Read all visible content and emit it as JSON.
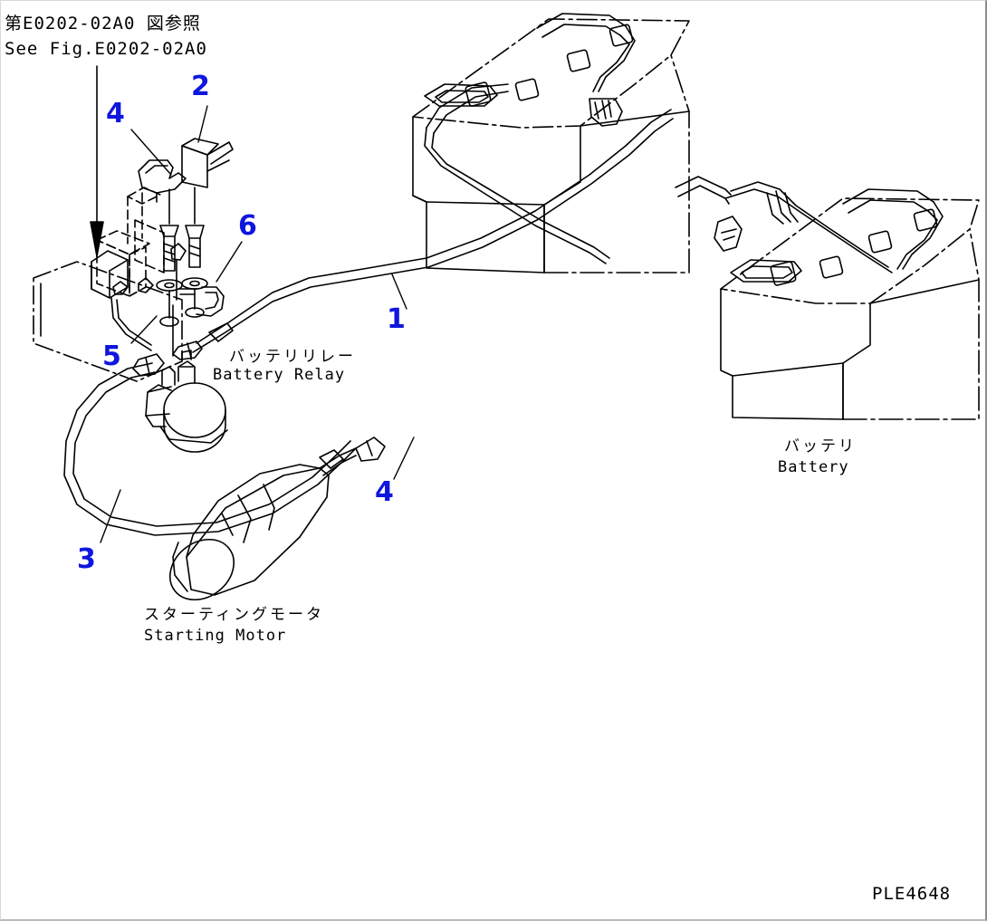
{
  "document": {
    "drawing_number": "PLE4648",
    "reference_note_jp": "第E0202-02A0 図参照",
    "reference_note_en": "See Fig.E0202-02A0"
  },
  "labels": {
    "battery_relay_jp": "バッテリリレー",
    "battery_relay_en": "Battery Relay",
    "starting_motor_jp": "スターティングモータ",
    "starting_motor_en": "Starting Motor",
    "battery_jp": "バッテリ",
    "battery_en": "Battery"
  },
  "callouts": [
    {
      "id": "1",
      "number": "1"
    },
    {
      "id": "2",
      "number": "2"
    },
    {
      "id": "3",
      "number": "3"
    },
    {
      "id": "4a",
      "number": "4"
    },
    {
      "id": "4b",
      "number": "4"
    },
    {
      "id": "5",
      "number": "5"
    },
    {
      "id": "6",
      "number": "6"
    }
  ],
  "colors": {
    "callout_blue": "#0f16dd",
    "line_black": "#000000",
    "background": "#ffffff",
    "border_gray": "#b9b9b9"
  }
}
